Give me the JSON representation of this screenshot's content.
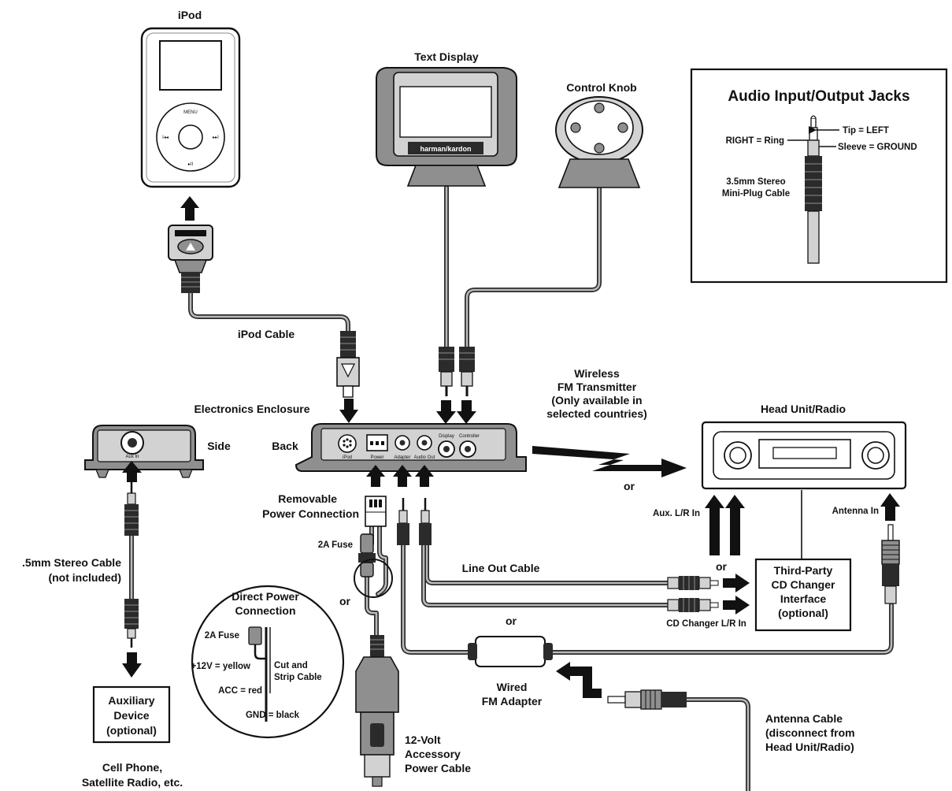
{
  "colors": {
    "ink": "#111111",
    "device_grey": "#8f8f8f",
    "light_grey": "#d2d2d2",
    "cable_fill": "#b9b9b9"
  },
  "devices": {
    "ipod": {
      "title": "iPod",
      "menu": "MENU",
      "prev": "I◂◂",
      "next": "▸▸I",
      "play": "▸II"
    },
    "text_display": {
      "title": "Text Display",
      "brand": "harman/kardon"
    },
    "control_knob": {
      "title": "Control Knob"
    },
    "enclosure": {
      "title": "Electronics Enclosure",
      "side_label": "Side",
      "back_label": "Back",
      "side_jack": "Aux In",
      "ports": [
        "iPod",
        "Power",
        "Adapter",
        "Audio Out",
        "Display",
        "Controller"
      ]
    },
    "head_unit": {
      "title": "Head Unit/Radio"
    },
    "auxiliary": {
      "line1": "Auxiliary",
      "line2": "Device",
      "line3": "(optional)"
    },
    "aux_examples": {
      "line1": "Cell Phone,",
      "line2": "Satellite Radio, etc."
    },
    "cd_interface": {
      "line1": "Third-Party",
      "line2": "CD Changer",
      "line3": "Interface",
      "line4": "(optional)"
    }
  },
  "inset": {
    "title": "Audio Input/Output Jacks",
    "tip": "Tip = LEFT",
    "ring": "RIGHT = Ring",
    "sleeve": "Sleeve = GROUND",
    "cable_line1": "3.5mm Stereo",
    "cable_line2": "Mini-Plug Cable"
  },
  "labels": {
    "ipod_cable": "iPod Cable",
    "wireless1": "Wireless",
    "wireless2": "FM Transmitter",
    "wireless3": "(Only available in",
    "wireless4": "selected countries)",
    "or_wireless": "or",
    "removable1": "Removable",
    "removable2": "Power Connection",
    "fuse": "2A Fuse",
    "or_power": "or",
    "stereo_cable1": ".5mm Stereo Cable",
    "stereo_cable2": "(not included)",
    "line_out": "Line Out Cable",
    "aux_lr": "Aux. L/R In",
    "or_head": "or",
    "antenna_in": "Antenna In",
    "cd_lr": "CD Changer L/R In",
    "or_adapter": "or",
    "wired1": "Wired",
    "wired2": "FM Adapter",
    "antenna1": "Antenna Cable",
    "antenna2": "(disconnect from",
    "antenna3": "Head Unit/Radio)",
    "acc1": "12-Volt",
    "acc2": "Accessory",
    "acc3": "Power Cable"
  },
  "direct_power": {
    "title1": "Direct Power",
    "title2": "Connection",
    "fuse": "2A Fuse",
    "plus12": "+12V = yellow",
    "cut1": "Cut and",
    "cut2": "Strip Cable",
    "acc": "ACC = red",
    "gnd": "GND = black"
  }
}
